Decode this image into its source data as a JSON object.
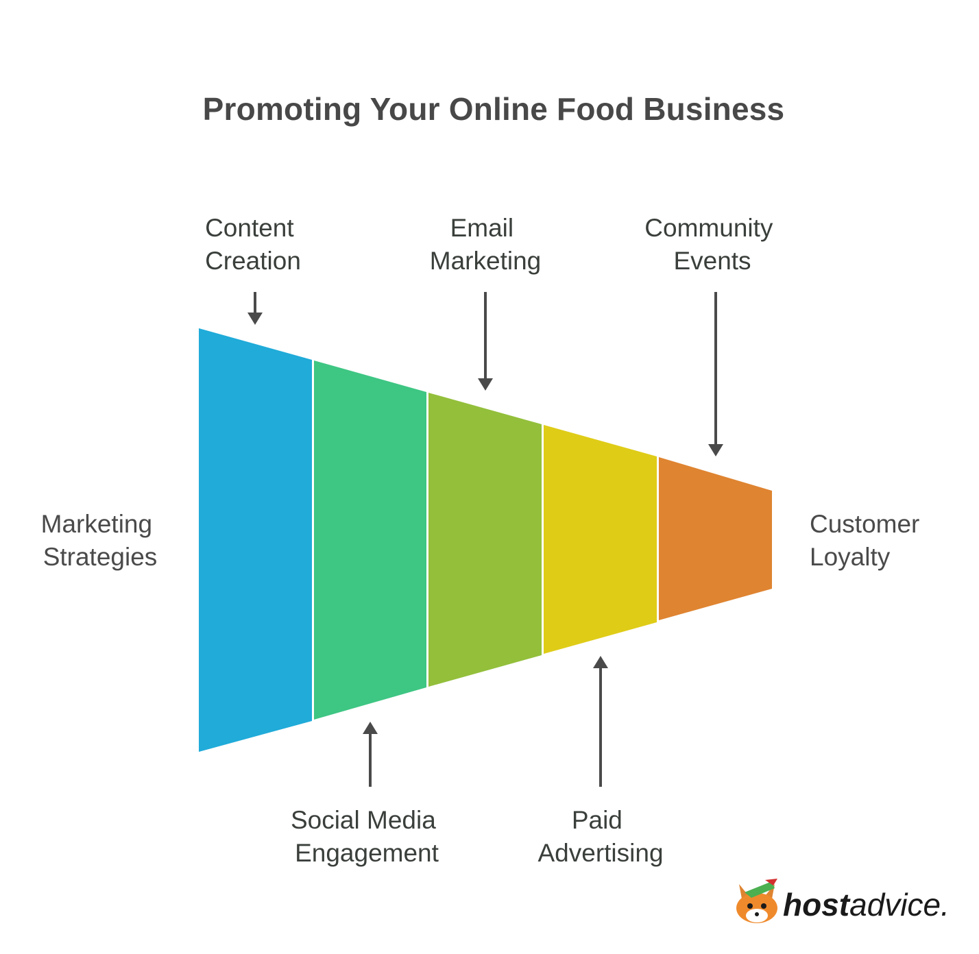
{
  "title": "Promoting Your Online Food Business",
  "start_label": [
    "Marketing",
    "Strategies"
  ],
  "end_label": [
    "Customer",
    "Loyalty"
  ],
  "stages": [
    {
      "label": [
        "Content",
        "Creation"
      ],
      "color": "#20abd9",
      "label_position": "top"
    },
    {
      "label": [
        "Social Media",
        "Engagement"
      ],
      "color": "#3ec683",
      "label_position": "bottom"
    },
    {
      "label": [
        "Email",
        "Marketing"
      ],
      "color": "#93bf3b",
      "label_position": "top"
    },
    {
      "label": [
        "Paid",
        "Advertising"
      ],
      "color": "#dfcc17",
      "label_position": "bottom"
    },
    {
      "label": [
        "Community",
        "Events"
      ],
      "color": "#df8431",
      "label_position": "top"
    }
  ],
  "arrow_color": "#4a4a4a",
  "brand": {
    "bold_part": "host",
    "regular_part": "advice."
  }
}
